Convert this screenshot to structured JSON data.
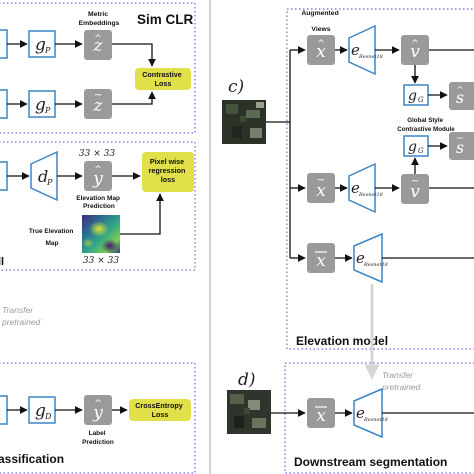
{
  "colors": {
    "blue_border": "#3a86c6",
    "gray_box": "#9a9a9a",
    "yellow_box": "#e2e04a",
    "dotted_frame": "#6a6ad0",
    "panel_divider": "#b8b8b8",
    "transfer_text": "#9a9a9a",
    "transfer_arrow": "#d6d6d6"
  },
  "left_panel": {
    "simclr": {
      "title": "Sim CLR",
      "metric_embeddings_label": "Metric\nEmbeddings",
      "projector_top": "g",
      "projector_top_sub": "P",
      "projector_bottom": "g",
      "projector_bottom_sub": "P",
      "z_top": "z",
      "z_bottom": "z",
      "contrastive_loss": "Contrastive\nLoss"
    },
    "elevation": {
      "size_top": "33 × 33",
      "decoder": "d",
      "decoder_sub": "P",
      "y_hat": "y",
      "prediction_label": "Elevation Map\nPrediction",
      "loss": "Pixel wise\nregression\nloss",
      "true_map_label": "True Elevation\nMap",
      "size_bottom": "33 × 33",
      "partial_title": "ll"
    },
    "transfer_text": "Transfer\npretrained",
    "classification": {
      "head": "g",
      "head_sub": "D",
      "y_hat": "y",
      "label_prediction": "Label\nPrediction",
      "loss": "CrossEntropy\nLoss",
      "partial_title": "assification"
    }
  },
  "right_panel": {
    "panel_c": "c)",
    "panel_d": "d)",
    "augmented_views_label": "Augmented\nViews",
    "x_hat": "x",
    "x_tilde": "x",
    "x_bar": "x",
    "encoder": "e",
    "encoder_sub": "Resnet18",
    "v_hat": "v",
    "v_tilde": "v",
    "style_head": "g",
    "style_head_sub": "G",
    "s_hat_sup": "s",
    "s_tilde_sup": "s",
    "global_style_label": "Global Style\nContrastive Module",
    "elevation_model_title": "Elevation model",
    "transfer_text": "Transfer\npretrained",
    "downstream_title": "Downstream segmentation"
  }
}
